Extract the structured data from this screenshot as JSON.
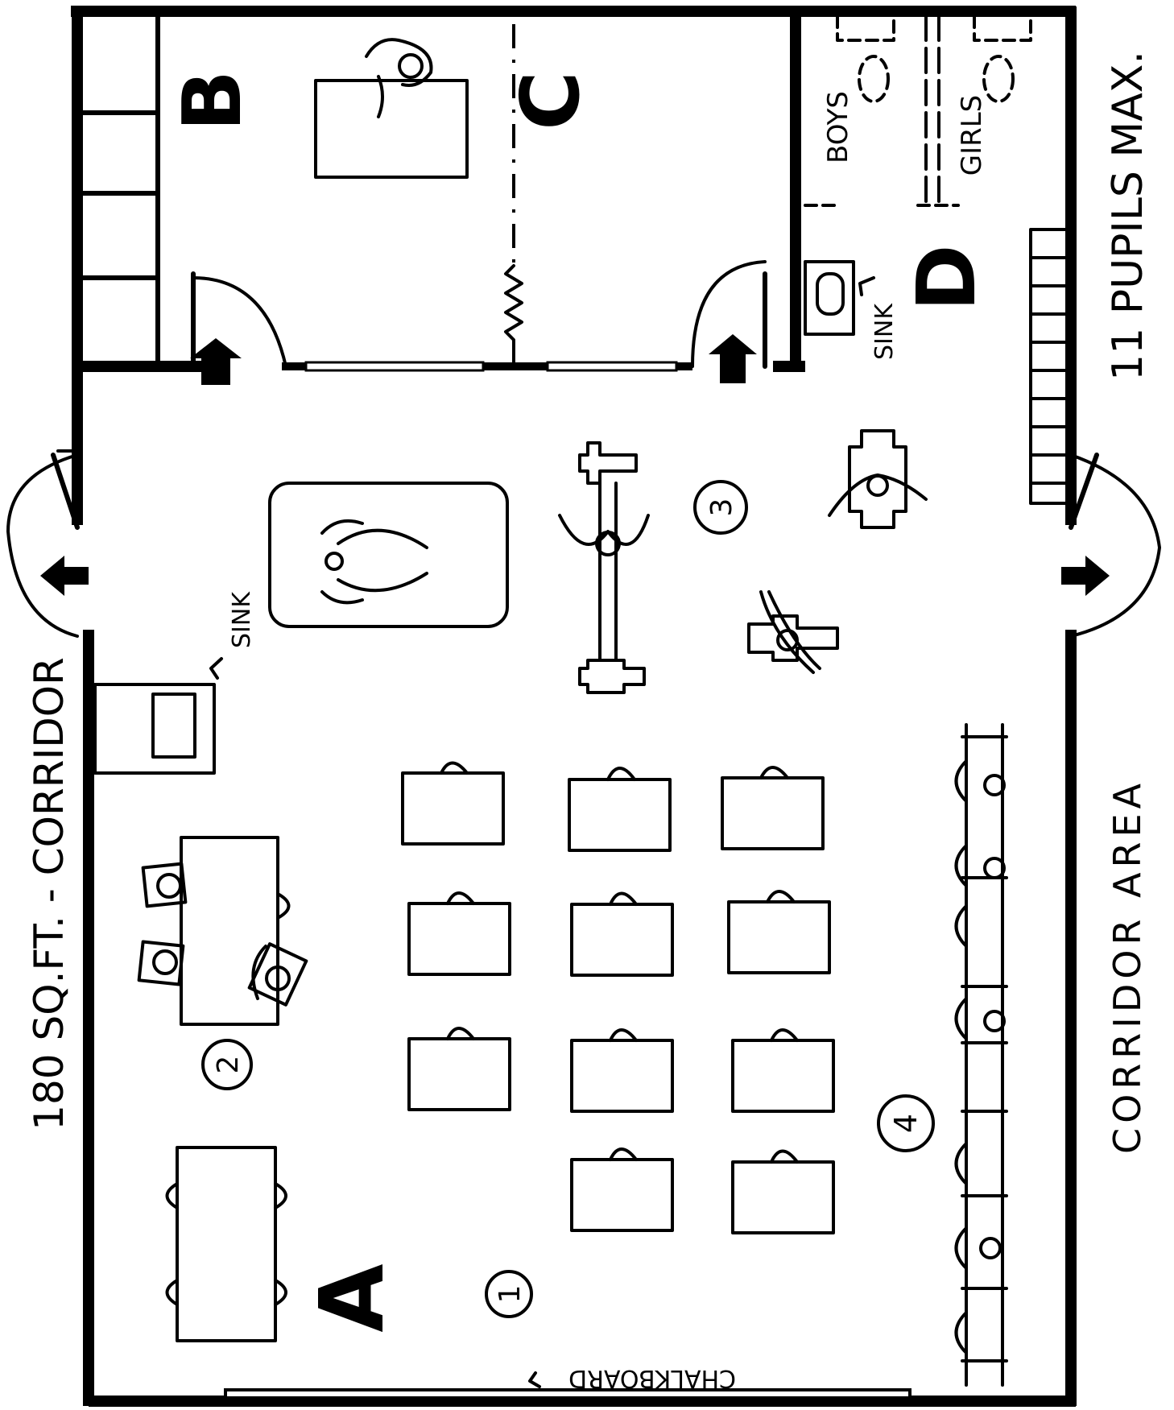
{
  "labels": {
    "side_left": "180 SQ.FT. - CORRIDOR",
    "side_right": "11 PUPILS MAX.",
    "corridor_area": "CORRIDOR AREA",
    "chalkboard": "CHALKBOARD",
    "sink_left": "SINK",
    "sink_right": "SINK",
    "boys": "BOYS",
    "girls": "GIRLS"
  },
  "zones": {
    "a": "A",
    "b": "B",
    "c": "C",
    "d": "D"
  },
  "numbers": {
    "n1": "1",
    "n2": "2",
    "n3": "3",
    "n4": "4"
  }
}
